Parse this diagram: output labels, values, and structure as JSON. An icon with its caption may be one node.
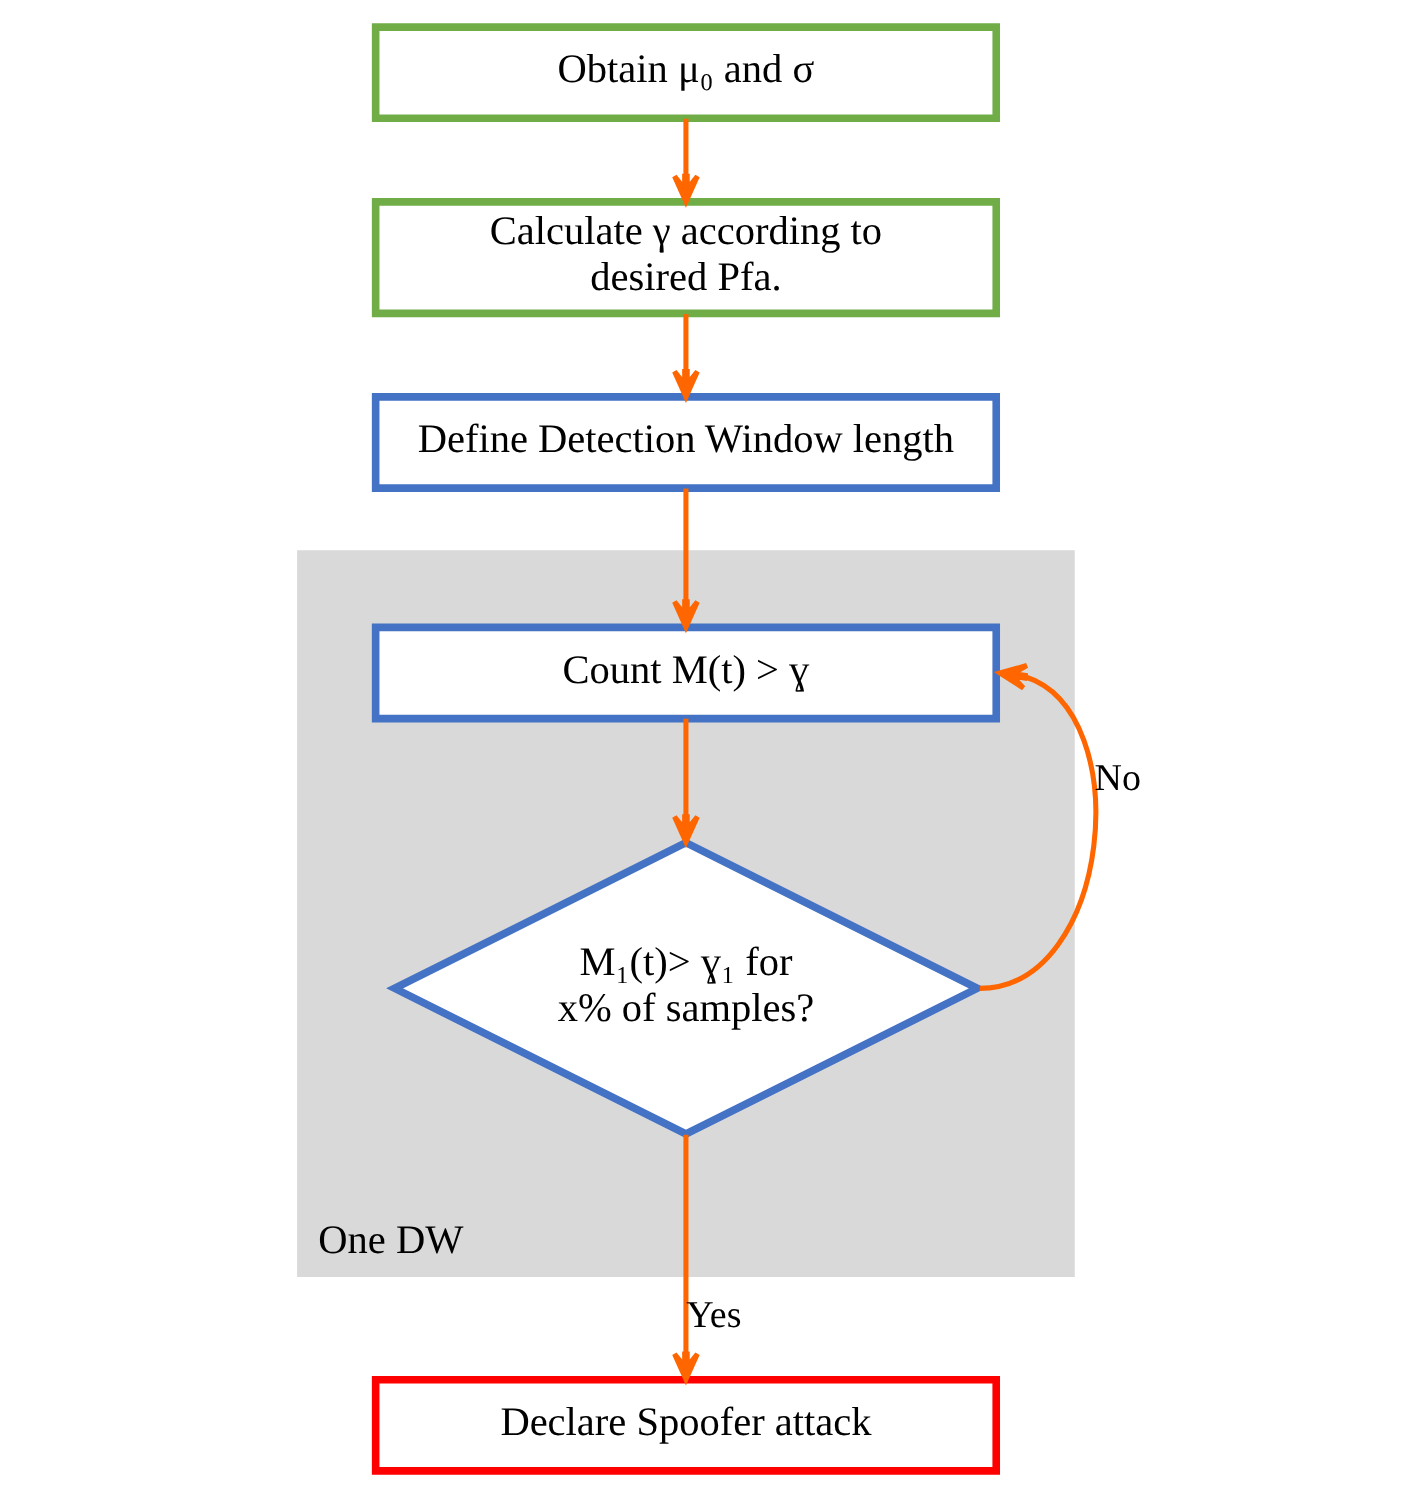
{
  "diagram": {
    "nodes": [
      {
        "text": [
          "Obtain μ₀ and σ"
        ]
      },
      {
        "text": [
          "Calculate γ according to desired Pfa."
        ]
      },
      {
        "text": [
          "Define Detection Window length"
        ]
      },
      {
        "text": [
          "One DW"
        ]
      },
      {
        "text": [
          "Count M(t) > ɣ"
        ],
        "in": 3
      },
      {
        "text": [
          "M₁(t)> ɣ₁ for x% of samples?"
        ],
        "in": 3
      },
      {
        "text": [
          "Declare Spoofer attack"
        ]
      }
    ],
    "edges": [
      {
        "from": 0,
        "to": 1,
        "arrow": "to"
      },
      {
        "from": 1,
        "to": 2,
        "arrow": "to"
      },
      {
        "from": 2,
        "to": 4,
        "arrow": "to"
      },
      {
        "from": 4,
        "to": 5,
        "arrow": "to"
      },
      {
        "from": 5,
        "to": 4,
        "arrow": "to",
        "label": "No"
      },
      {
        "from": 5,
        "to": 6,
        "arrow": "to",
        "label": "Yes"
      }
    ]
  }
}
